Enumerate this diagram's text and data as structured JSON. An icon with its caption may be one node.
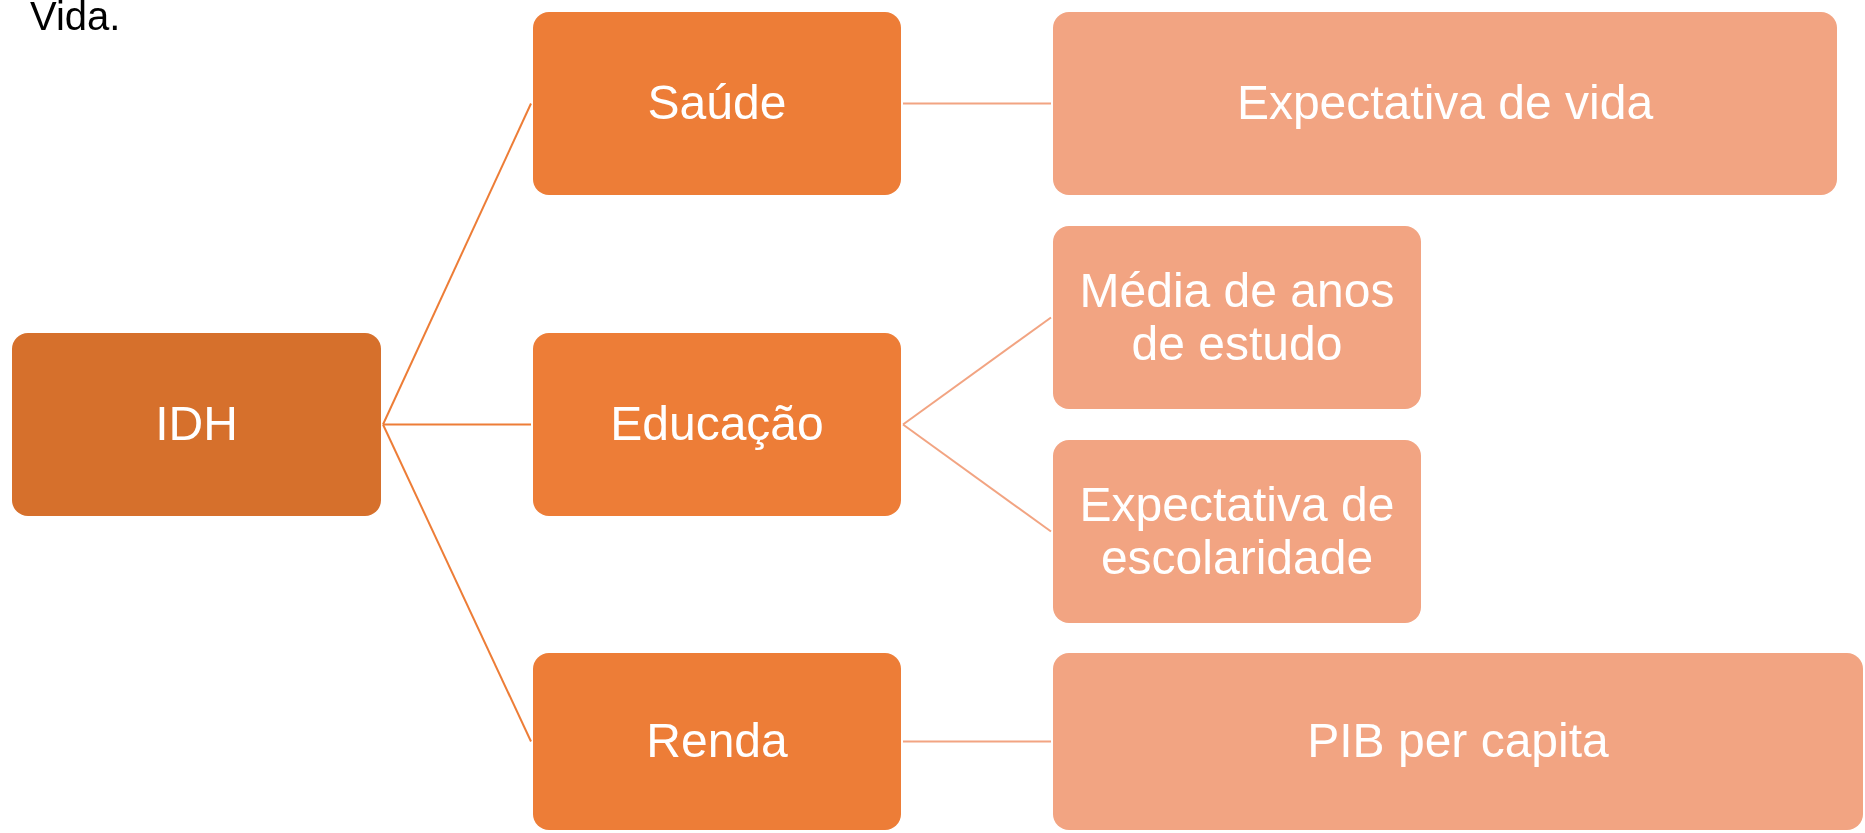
{
  "diagram": {
    "nodes": [
      {
        "text": [
          "IDH"
        ]
      },
      {
        "text": [
          "Saúde"
        ]
      },
      {
        "text": [
          "Educação"
        ]
      },
      {
        "text": [
          "Renda"
        ]
      },
      {
        "text": [
          "Expectativa de vida"
        ]
      },
      {
        "text": [
          "Média de anos de estudo"
        ]
      },
      {
        "text": [
          "Expectativa de escolaridade"
        ]
      },
      {
        "text": [
          "PIB per capita"
        ]
      }
    ],
    "edges": [
      {
        "from": 0,
        "to": 1,
        "arrow": "none",
        "color": "#ed7d37"
      },
      {
        "from": 0,
        "to": 2,
        "arrow": "none",
        "color": "#ed7d37"
      },
      {
        "from": 0,
        "to": 3,
        "arrow": "none",
        "color": "#ed7d37"
      },
      {
        "from": 1,
        "to": 4,
        "arrow": "none"
      },
      {
        "from": 2,
        "to": 5,
        "arrow": "none"
      },
      {
        "from": 2,
        "to": 6,
        "arrow": "none"
      },
      {
        "from": 3,
        "to": 7,
        "arrow": "none"
      }
    ],
    "labels": [
      "Vida."
    ]
  }
}
